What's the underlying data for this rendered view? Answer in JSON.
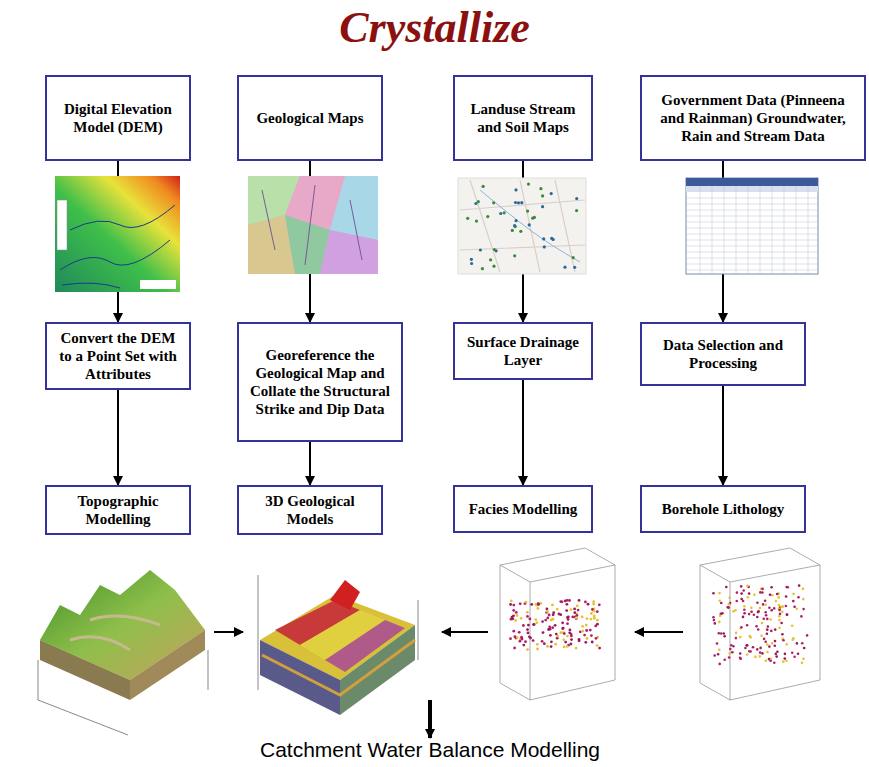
{
  "diagram": {
    "title": "Crystallize",
    "nodes": [
      {
        "text": [
          "Digital Elevation Model (DEM)"
        ]
      },
      {
        "text": [
          "Geological Maps"
        ]
      },
      {
        "text": [
          "Landuse Stream and Soil Maps"
        ]
      },
      {
        "text": [
          "Government Data (Pinneena and Rainman) Groundwater, Rain and Stream Data"
        ]
      },
      {
        "text": [
          "Convert the DEM to a Point Set with Attributes"
        ]
      },
      {
        "text": [
          "Georeference the Geological Map and Collate the Structural Strike and Dip Data"
        ]
      },
      {
        "text": [
          "Surface Drainage Layer"
        ]
      },
      {
        "text": [
          "Data Selection and Processing"
        ]
      },
      {
        "text": [
          "Topographic Modelling"
        ]
      },
      {
        "text": [
          "3D Geological Models"
        ]
      },
      {
        "text": [
          "Facies Modelling"
        ]
      },
      {
        "text": [
          "Borehole Lithology"
        ]
      }
    ],
    "edges": [
      {
        "from": 0,
        "to": 4,
        "arrow": "to"
      },
      {
        "from": 1,
        "to": 5,
        "arrow": "to"
      },
      {
        "from": 2,
        "to": 6,
        "arrow": "to"
      },
      {
        "from": 3,
        "to": 7,
        "arrow": "to"
      },
      {
        "from": 4,
        "to": 8,
        "arrow": "to"
      },
      {
        "from": 5,
        "to": 9,
        "arrow": "to"
      },
      {
        "from": 6,
        "to": 10,
        "arrow": "to"
      },
      {
        "from": 7,
        "to": 11,
        "arrow": "to"
      }
    ],
    "labels": [
      "Catchment Water Balance Modelling"
    ]
  }
}
